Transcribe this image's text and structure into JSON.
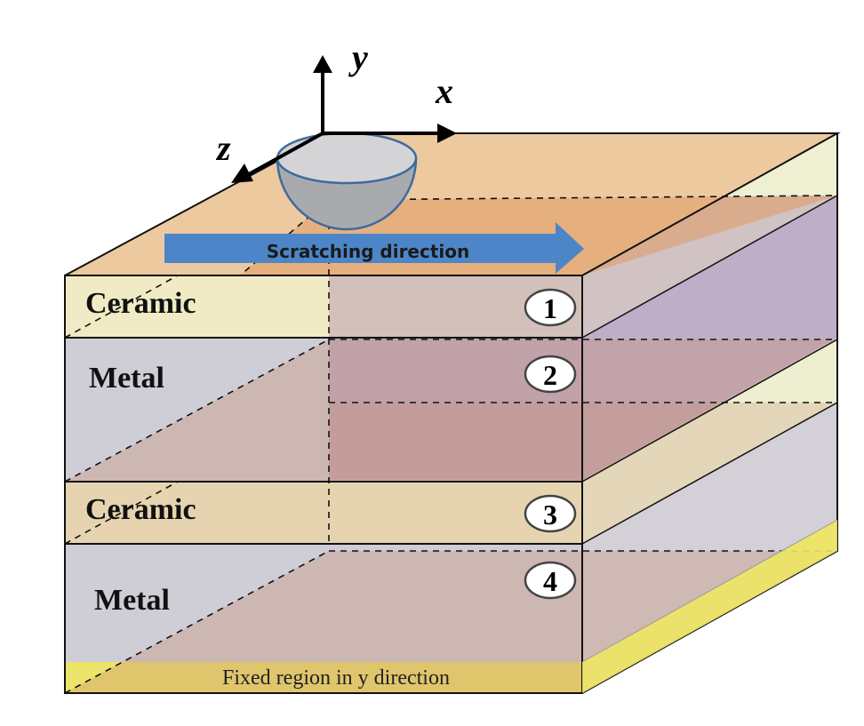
{
  "axes": {
    "y": "y",
    "x": "x",
    "z": "z"
  },
  "arrow_label": "Scratching direction",
  "layers": [
    {
      "label": "Ceramic",
      "number": "1"
    },
    {
      "label": "Metal",
      "number": "2"
    },
    {
      "label": "Ceramic",
      "number": "3"
    },
    {
      "label": "Metal",
      "number": "4"
    }
  ],
  "fixed_region_label": "Fixed region in y direction",
  "colors": {
    "ceramic_front": "#f1ebc5",
    "metal_front": "#cfcdd6",
    "top_face": "#edc9a0",
    "fixed_region": "#ece46a",
    "arrow": "#4d86c8",
    "indenter": "#a9aaad"
  }
}
